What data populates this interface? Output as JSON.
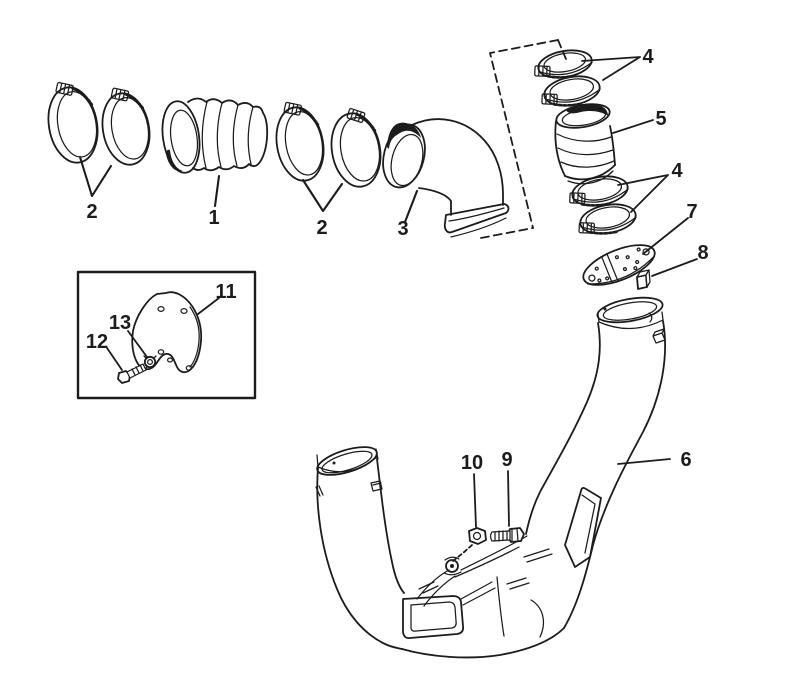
{
  "diagram": {
    "background_color": "#ffffff",
    "ink_color": "#1c1c1c",
    "description": "exploded-parts-diagram",
    "callouts": [
      {
        "part": "hose-clamp-pair-left",
        "label": "2"
      },
      {
        "part": "corrugated-hose",
        "label": "1"
      },
      {
        "part": "hose-clamp-pair-middle",
        "label": "2"
      },
      {
        "part": "exhaust-elbow",
        "label": "3"
      },
      {
        "part": "hose-clamp-pair-upper",
        "label": "4"
      },
      {
        "part": "bellows-hose",
        "label": "5"
      },
      {
        "part": "hose-clamp-pair-lower",
        "label": "4"
      },
      {
        "part": "oval-plate",
        "label": "7"
      },
      {
        "part": "small-block",
        "label": "8"
      },
      {
        "part": "y-pipe",
        "label": "6"
      },
      {
        "part": "nut",
        "label": "10"
      },
      {
        "part": "bolt",
        "label": "9"
      },
      {
        "part": "bracket-plate",
        "label": "11"
      },
      {
        "part": "lock-washer",
        "label": "13"
      },
      {
        "part": "small-bolt",
        "label": "12"
      }
    ]
  }
}
